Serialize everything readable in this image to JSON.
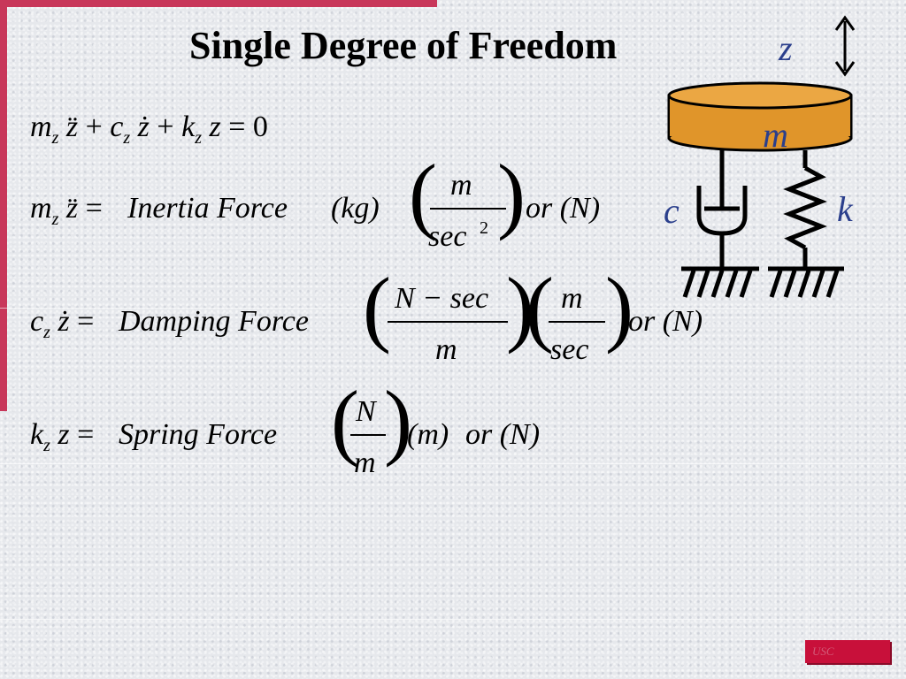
{
  "slide": {
    "title": "Single Degree of Freedom",
    "footer_badge": "USC"
  },
  "equations": {
    "eq1": {
      "lhs": "m_z z̈ + c_z ż + k_z z = 0"
    },
    "eq2": {
      "lhs": "m_z z̈",
      "name": "Inertia Force",
      "unit1": "(kg)",
      "frac_num": "m",
      "frac_den": "sec",
      "frac_den_exp": "2",
      "tail": "or (N)"
    },
    "eq3": {
      "lhs": "c_z ż",
      "name": "Damping Force",
      "frac1_num": "N − sec",
      "frac1_den": "m",
      "frac2_num": "m",
      "frac2_den": "sec",
      "tail": "or (N)"
    },
    "eq4": {
      "lhs": "k_z z",
      "name": "Spring Force",
      "frac_num": "N",
      "frac_den": "m",
      "unit2": "(m)",
      "tail": "or (N)"
    }
  },
  "diagram": {
    "label_z": "z",
    "label_m": "m",
    "label_c": "c",
    "label_k": "k",
    "mass_color": "#e0952a",
    "label_color": "#2b3f8c"
  },
  "colors": {
    "accent": "#c8375a",
    "badge": "#c8103a"
  }
}
